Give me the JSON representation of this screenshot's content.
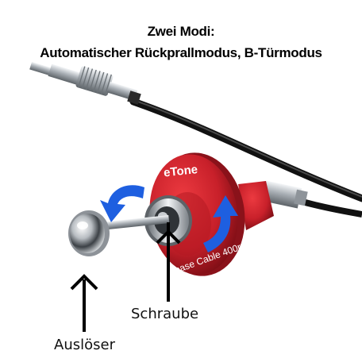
{
  "title": {
    "line1": "Zwei Modi:",
    "line2": "Automatischer Rückprallmodus, B-Türmodus"
  },
  "product": {
    "brand": "eTone",
    "body_text": "ease Cable 400r"
  },
  "labels": {
    "schraube": "Schraube",
    "ausloeser": "Auslöser"
  },
  "colors": {
    "plunger_red": "#c8202a",
    "arrow_blue": "#1e5fe0",
    "cable_black": "#111111",
    "metal_silver": "#c8ccd0"
  },
  "icons": [
    "curved-arrow-left-icon",
    "curved-arrow-up-icon",
    "down-arrow-icon",
    "up-arrow-icon"
  ]
}
